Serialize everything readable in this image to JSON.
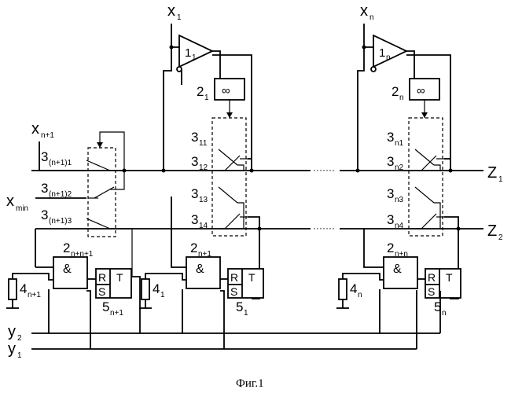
{
  "figure": {
    "caption": "Фиг.1"
  },
  "inputs": {
    "x1": {
      "base": "x",
      "sub": "1"
    },
    "xn": {
      "base": "x",
      "sub": "n"
    },
    "xn1": {
      "base": "x",
      "sub": "n+1"
    },
    "xmin": {
      "base": "x",
      "sub": "min"
    },
    "y1": {
      "base": "y",
      "sub": "1"
    },
    "y2": {
      "base": "y",
      "sub": "2"
    }
  },
  "outputs": {
    "z1": {
      "base": "Z",
      "sub": "1"
    },
    "z2": {
      "base": "Z",
      "sub": "2"
    }
  },
  "blocks": {
    "amp1": {
      "base": "1",
      "sub": "1"
    },
    "ampn": {
      "base": "1",
      "sub": "n"
    },
    "gen1": {
      "base": "2",
      "sub": "1",
      "symbol": "∞"
    },
    "genn": {
      "base": "2",
      "sub": "n",
      "symbol": "∞"
    },
    "and_n1": {
      "base": "2",
      "sub": "n+n+1",
      "symbol": "&"
    },
    "and_1": {
      "base": "2",
      "sub": "n+1",
      "symbol": "&"
    },
    "and_n": {
      "base": "2",
      "sub": "n+n",
      "symbol": "&"
    },
    "res_n1": {
      "base": "4",
      "sub": "n+1"
    },
    "res_1": {
      "base": "4",
      "sub": "1"
    },
    "res_n": {
      "base": "4",
      "sub": "n"
    },
    "trig_n1": {
      "base": "5",
      "sub": "n+1",
      "r": "R",
      "s": "S",
      "t": "T"
    },
    "trig_1": {
      "base": "5",
      "sub": "1",
      "r": "R",
      "s": "S",
      "t": "T"
    },
    "trig_n": {
      "base": "5",
      "sub": "n",
      "r": "R",
      "s": "S",
      "t": "T"
    }
  },
  "switches": {
    "s_n1_1": {
      "base": "3",
      "sub": "(n+1)1"
    },
    "s_n1_2": {
      "base": "3",
      "sub": "(n+1)2"
    },
    "s_n1_3": {
      "base": "3",
      "sub": "(n+1)3"
    },
    "s11": {
      "base": "3",
      "sub": "11"
    },
    "s12": {
      "base": "3",
      "sub": "12"
    },
    "s13": {
      "base": "3",
      "sub": "13"
    },
    "s14": {
      "base": "3",
      "sub": "14"
    },
    "sn1": {
      "base": "3",
      "sub": "n1"
    },
    "sn2": {
      "base": "3",
      "sub": "n2"
    },
    "sn3": {
      "base": "3",
      "sub": "n3"
    },
    "sn4": {
      "base": "3",
      "sub": "n4"
    }
  },
  "ellipsis": "·······"
}
